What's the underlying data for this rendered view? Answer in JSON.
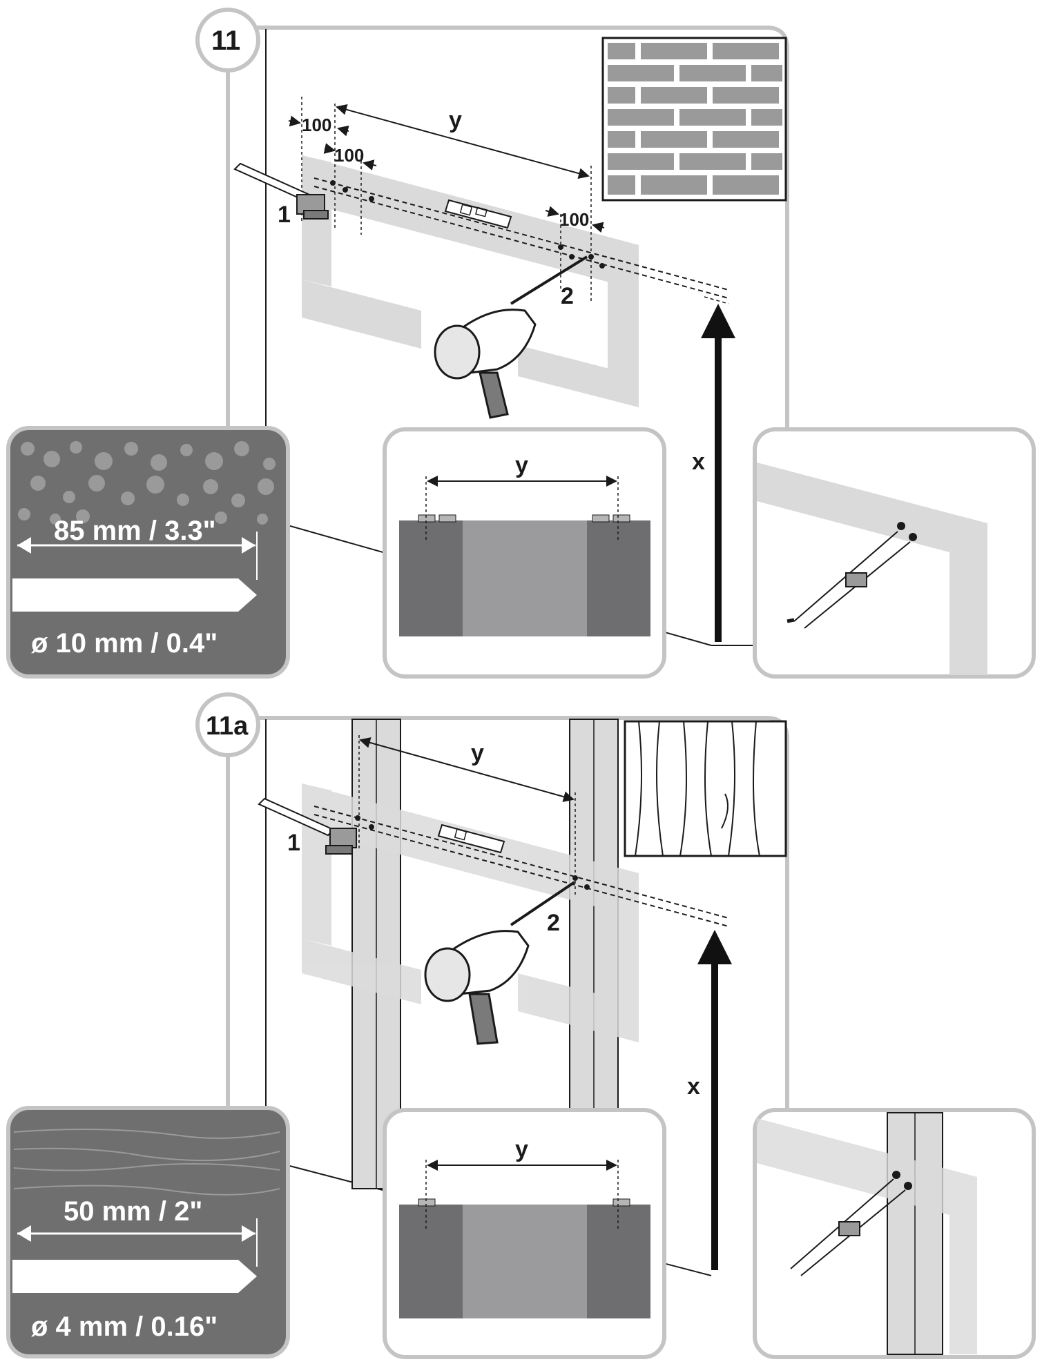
{
  "panels": [
    {
      "step": "11",
      "label_y": "y",
      "label_x": "x",
      "offset_1": "100",
      "offset_2": "100",
      "offset_3": "100",
      "point_1": "1",
      "point_2": "2",
      "inset_y": "y",
      "wall_type": "brick",
      "depth_label": "85 mm / 3.3\"",
      "diameter_label": "ø 10 mm / 0.4\""
    },
    {
      "step": "11a",
      "label_y": "y",
      "label_x": "x",
      "point_1": "1",
      "point_2": "2",
      "inset_y": "y",
      "wall_type": "wood",
      "depth_label": "50 mm / 2\"",
      "diameter_label": "ø 4 mm / 0.16\""
    }
  ],
  "colors": {
    "frame": "#c4c4c4",
    "material_tile": "#6f6f70",
    "wall_shape": "#dadadb",
    "brick": "#9a9a9b",
    "tv_dark": "#6e6e70",
    "tv_mid": "#9b9b9d"
  }
}
